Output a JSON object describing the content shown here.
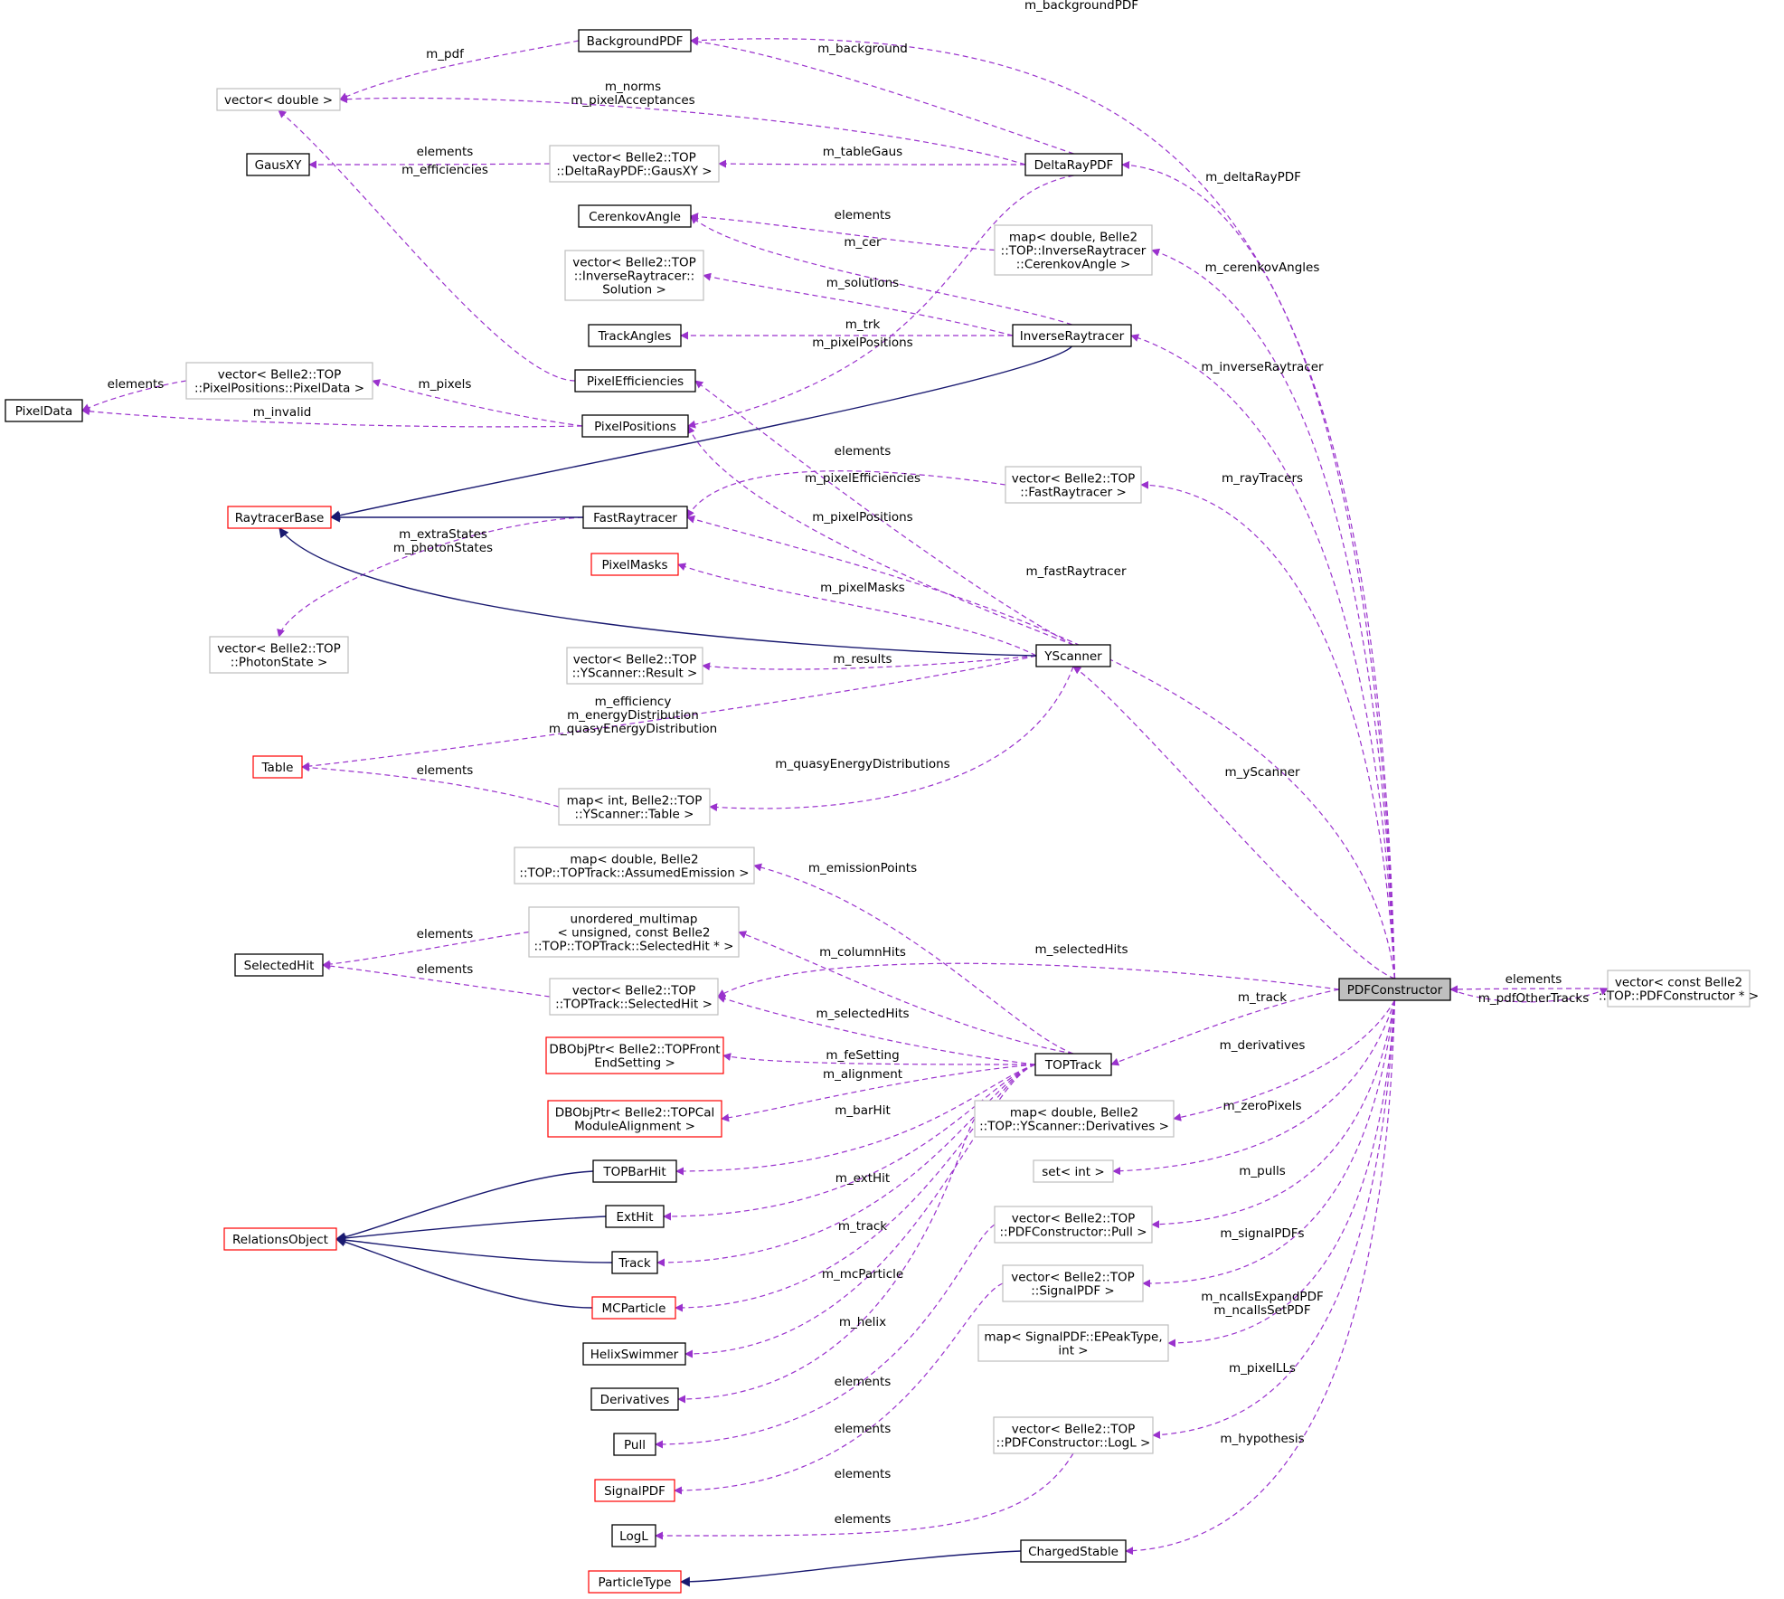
{
  "diagram": {
    "colors": {
      "usage_edge": "#9a32cd",
      "inherit_edge": "#191970",
      "box_complete": "#000000",
      "box_template": "#bfbfbf",
      "box_incomplete": "#ff0000",
      "box_focus_fill": "#bfbfbf"
    },
    "nodes": {
      "pdfconstructor": {
        "lines": [
          "PDFConstructor"
        ],
        "style": "focus"
      },
      "pdfconstructor_vec": {
        "lines": [
          "vector< const Belle2",
          "::TOP::PDFConstructor * >"
        ],
        "style": "template"
      },
      "backgroundpdf": {
        "lines": [
          "BackgroundPDF"
        ],
        "style": "complete"
      },
      "vector_double": {
        "lines": [
          "vector< double >"
        ],
        "style": "template"
      },
      "gausxy": {
        "lines": [
          "GausXY"
        ],
        "style": "complete"
      },
      "gausxy_vec": {
        "lines": [
          "vector< Belle2::TOP",
          "::DeltaRayPDF::GausXY >"
        ],
        "style": "template"
      },
      "deltaraypdf": {
        "lines": [
          "DeltaRayPDF"
        ],
        "style": "complete"
      },
      "cerenkovangle": {
        "lines": [
          "CerenkovAngle"
        ],
        "style": "complete"
      },
      "cerenkov_map": {
        "lines": [
          "map< double, Belle2",
          "::TOP::InverseRaytracer",
          "::CerenkovAngle >"
        ],
        "style": "template"
      },
      "solution_vec": {
        "lines": [
          "vector< Belle2::TOP",
          "::InverseRaytracer::",
          "Solution >"
        ],
        "style": "template"
      },
      "trackangles": {
        "lines": [
          "TrackAngles"
        ],
        "style": "complete"
      },
      "inverseraytracer": {
        "lines": [
          "InverseRaytracer"
        ],
        "style": "complete"
      },
      "pixelefficiencies": {
        "lines": [
          "PixelEfficiencies"
        ],
        "style": "complete"
      },
      "pixeldata": {
        "lines": [
          "PixelData"
        ],
        "style": "complete"
      },
      "pixeldata_vec": {
        "lines": [
          "vector< Belle2::TOP",
          "::PixelPositions::PixelData >"
        ],
        "style": "template"
      },
      "pixelpositions": {
        "lines": [
          "PixelPositions"
        ],
        "style": "complete"
      },
      "raytracerbase": {
        "lines": [
          "RaytracerBase"
        ],
        "style": "incomplete"
      },
      "fastraytracer": {
        "lines": [
          "FastRaytracer"
        ],
        "style": "complete"
      },
      "fastraytracer_vec": {
        "lines": [
          "vector< Belle2::TOP",
          "::FastRaytracer >"
        ],
        "style": "template"
      },
      "pixelmasks": {
        "lines": [
          "PixelMasks"
        ],
        "style": "incomplete"
      },
      "photonstate_vec": {
        "lines": [
          "vector< Belle2::TOP",
          "::PhotonState >"
        ],
        "style": "template"
      },
      "yscanner": {
        "lines": [
          "YScanner"
        ],
        "style": "complete"
      },
      "result_vec": {
        "lines": [
          "vector< Belle2::TOP",
          "::YScanner::Result >"
        ],
        "style": "template"
      },
      "table": {
        "lines": [
          "Table"
        ],
        "style": "incomplete"
      },
      "table_map": {
        "lines": [
          "map< int, Belle2::TOP",
          "::YScanner::Table >"
        ],
        "style": "template"
      },
      "emission_map": {
        "lines": [
          "map< double, Belle2",
          "::TOP::TOPTrack::AssumedEmission >"
        ],
        "style": "template"
      },
      "selectedhit": {
        "lines": [
          "SelectedHit"
        ],
        "style": "complete"
      },
      "selhit_multimap": {
        "lines": [
          "unordered_multimap",
          "< unsigned, const Belle2",
          "::TOP::TOPTrack::SelectedHit * >"
        ],
        "style": "template"
      },
      "selhit_vec": {
        "lines": [
          "vector< Belle2::TOP",
          "::TOPTrack::SelectedHit >"
        ],
        "style": "template"
      },
      "toptrack": {
        "lines": [
          "TOPTrack"
        ],
        "style": "complete"
      },
      "dbfront": {
        "lines": [
          "DBObjPtr< Belle2::TOPFront",
          "EndSetting >"
        ],
        "style": "incomplete"
      },
      "dbcal": {
        "lines": [
          "DBObjPtr< Belle2::TOPCal",
          "ModuleAlignment >"
        ],
        "style": "incomplete"
      },
      "derivatives_map": {
        "lines": [
          "map< double, Belle2",
          "::TOP::YScanner::Derivatives >"
        ],
        "style": "template"
      },
      "topbarhit": {
        "lines": [
          "TOPBarHit"
        ],
        "style": "complete"
      },
      "set_int": {
        "lines": [
          "set< int >"
        ],
        "style": "template"
      },
      "exthit": {
        "lines": [
          "ExtHit"
        ],
        "style": "complete"
      },
      "relationsobject": {
        "lines": [
          "RelationsObject"
        ],
        "style": "incomplete"
      },
      "pull_vec": {
        "lines": [
          "vector< Belle2::TOP",
          "::PDFConstructor::Pull >"
        ],
        "style": "template"
      },
      "track": {
        "lines": [
          "Track"
        ],
        "style": "complete"
      },
      "mcparticle": {
        "lines": [
          "MCParticle"
        ],
        "style": "incomplete"
      },
      "signalpdf_vec": {
        "lines": [
          "vector< Belle2::TOP",
          "::SignalPDF >"
        ],
        "style": "template"
      },
      "helixswimmer": {
        "lines": [
          "HelixSwimmer"
        ],
        "style": "complete"
      },
      "epeak_map": {
        "lines": [
          "map< SignalPDF::EPeakType,",
          "int >"
        ],
        "style": "template"
      },
      "derivatives": {
        "lines": [
          "Derivatives"
        ],
        "style": "complete"
      },
      "logl_vec": {
        "lines": [
          "vector< Belle2::TOP",
          "::PDFConstructor::LogL >"
        ],
        "style": "template"
      },
      "pull": {
        "lines": [
          "Pull"
        ],
        "style": "complete"
      },
      "signalpdf": {
        "lines": [
          "SignalPDF"
        ],
        "style": "incomplete"
      },
      "logl": {
        "lines": [
          "LogL"
        ],
        "style": "complete"
      },
      "chargedstable": {
        "lines": [
          "ChargedStable"
        ],
        "style": "complete"
      },
      "particletype": {
        "lines": [
          "ParticleType"
        ],
        "style": "incomplete"
      }
    },
    "edge_labels": {
      "m_backgroundpdf": [
        "m_backgroundPDF"
      ],
      "m_pdf": [
        "m_pdf"
      ],
      "m_background": [
        "m_background"
      ],
      "m_norms": [
        "m_norms",
        "m_pixelAcceptances"
      ],
      "elements_gausxy": [
        "elements"
      ],
      "m_tablegaus": [
        "m_tableGaus"
      ],
      "m_efficiencies": [
        "m_efficiencies"
      ],
      "m_deltaraypdf": [
        "m_deltaRayPDF"
      ],
      "elements_cerenkov": [
        "elements"
      ],
      "m_cer": [
        "m_cer"
      ],
      "m_cerenkovangles": [
        "m_cerenkovAngles"
      ],
      "m_solutions": [
        "m_solutions"
      ],
      "m_trk": [
        "m_trk"
      ],
      "m_pixelpositions_delta": [
        "m_pixelPositions"
      ],
      "m_inverseraytracer": [
        "m_inverseRaytracer"
      ],
      "elements_pixeldata": [
        "elements"
      ],
      "m_pixels": [
        "m_pixels"
      ],
      "m_invalid": [
        "m_invalid"
      ],
      "elements_fastray": [
        "elements"
      ],
      "m_pixelefficiencies": [
        "m_pixelEfficiencies"
      ],
      "m_raytracers": [
        "m_rayTracers"
      ],
      "m_pixelpositions_ys": [
        "m_pixelPositions"
      ],
      "m_extrastates": [
        "m_extraStates",
        "m_photonStates"
      ],
      "m_fastraytracer": [
        "m_fastRaytracer"
      ],
      "m_pixelmasks": [
        "m_pixelMasks"
      ],
      "m_results": [
        "m_results"
      ],
      "m_efficiency": [
        "m_efficiency",
        "m_energyDistribution",
        "m_quasyEnergyDistribution"
      ],
      "m_quasyenergydistributions": [
        "m_quasyEnergyDistributions"
      ],
      "elements_table": [
        "elements"
      ],
      "m_yscanner": [
        "m_yScanner"
      ],
      "m_emissionpoints": [
        "m_emissionPoints"
      ],
      "elements_multimap": [
        "elements"
      ],
      "m_columnhits": [
        "m_columnHits"
      ],
      "m_selectedhits_pdf": [
        "m_selectedHits"
      ],
      "elements_selhit": [
        "elements"
      ],
      "m_selectedhits_top": [
        "m_selectedHits"
      ],
      "m_track_pdf": [
        "m_track"
      ],
      "elements_pdfvec": [
        "elements"
      ],
      "m_pdfothertracks": [
        "m_pdfOtherTracks"
      ],
      "m_fesetting": [
        "m_feSetting"
      ],
      "m_alignment": [
        "m_alignment"
      ],
      "m_derivatives": [
        "m_derivatives"
      ],
      "m_barhit": [
        "m_barHit"
      ],
      "m_zeropixels": [
        "m_zeroPixels"
      ],
      "m_exthit": [
        "m_extHit"
      ],
      "m_pulls": [
        "m_pulls"
      ],
      "m_track_top": [
        "m_track"
      ],
      "m_signalpdfs": [
        "m_signalPDFs"
      ],
      "m_mcparticle": [
        "m_mcParticle"
      ],
      "m_ncalls": [
        "m_ncallsExpandPDF",
        "m_ncallsSetPDF"
      ],
      "m_helix": [
        "m_helix"
      ],
      "elements_derivatives": [
        "elements"
      ],
      "m_pixellls": [
        "m_pixelLLs"
      ],
      "elements_pull": [
        "elements"
      ],
      "m_hypothesis": [
        "m_hypothesis"
      ],
      "elements_signalpdf": [
        "elements"
      ],
      "elements_logl": [
        "elements"
      ]
    }
  }
}
